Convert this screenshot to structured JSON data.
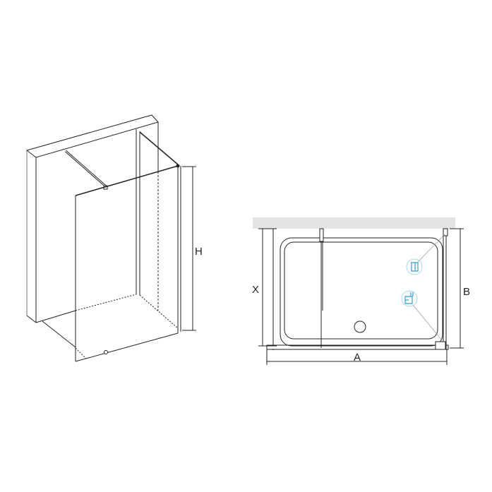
{
  "isometric_view": {
    "height_label": "H"
  },
  "plan_view": {
    "width_label": "A",
    "depth_label": "B",
    "panel_label": "X"
  },
  "colors": {
    "line": "#222222",
    "wall": "#e3e3e3",
    "detail": "#2a9fd8"
  }
}
